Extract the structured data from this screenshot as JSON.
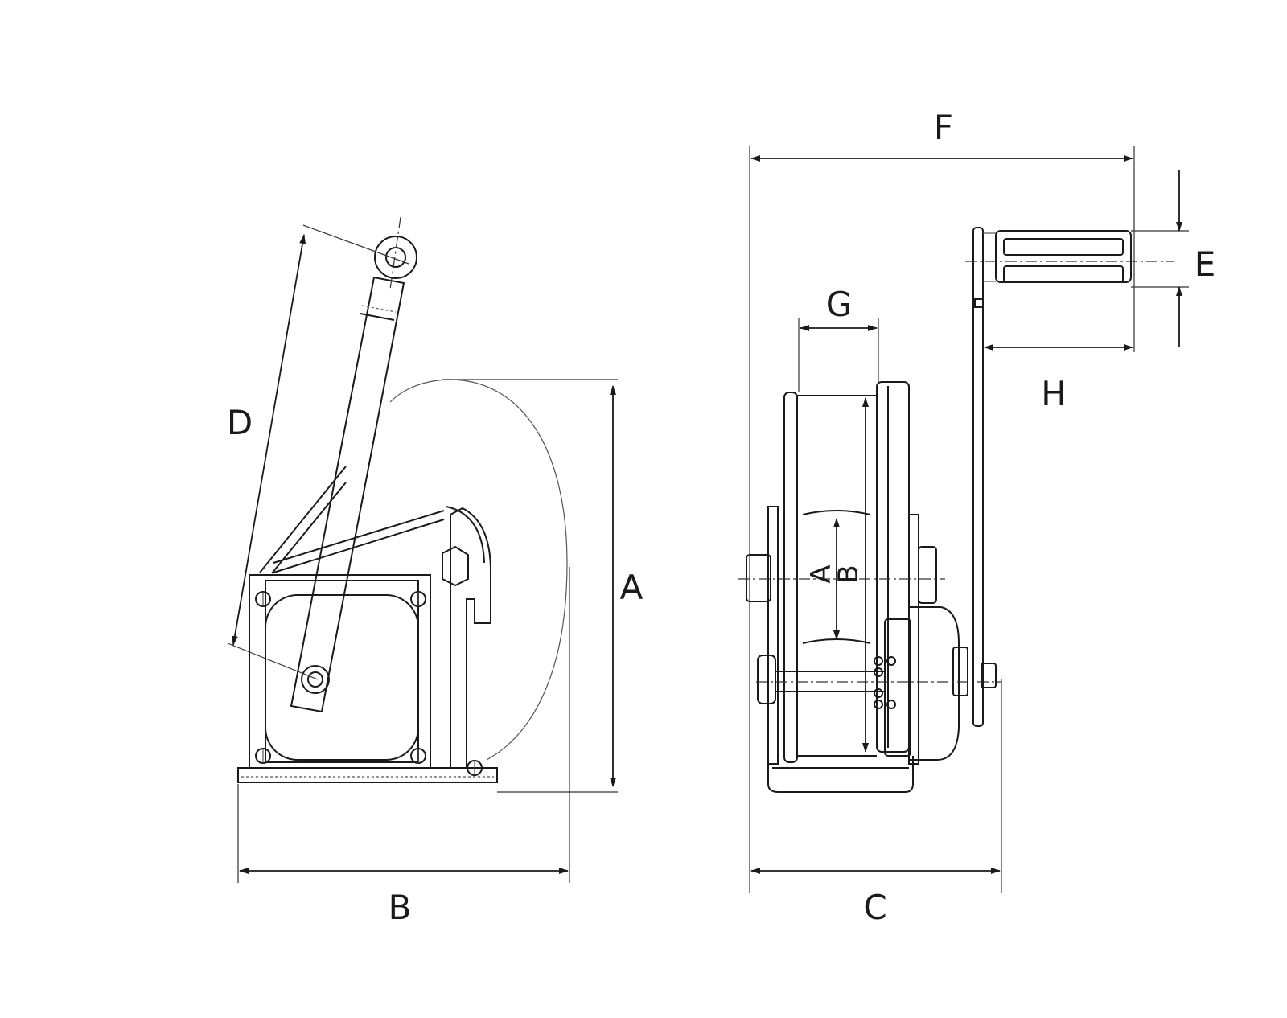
{
  "labels": {
    "a_side": "A",
    "b_side": "B",
    "c_front": "C",
    "d_side": "D",
    "e_front": "E",
    "f_front": "F",
    "g_front": "G",
    "h_front": "H",
    "a_drum": "A",
    "b_drum": "B"
  },
  "colors": {
    "line": "#1a1a1a",
    "background": "#ffffff"
  }
}
